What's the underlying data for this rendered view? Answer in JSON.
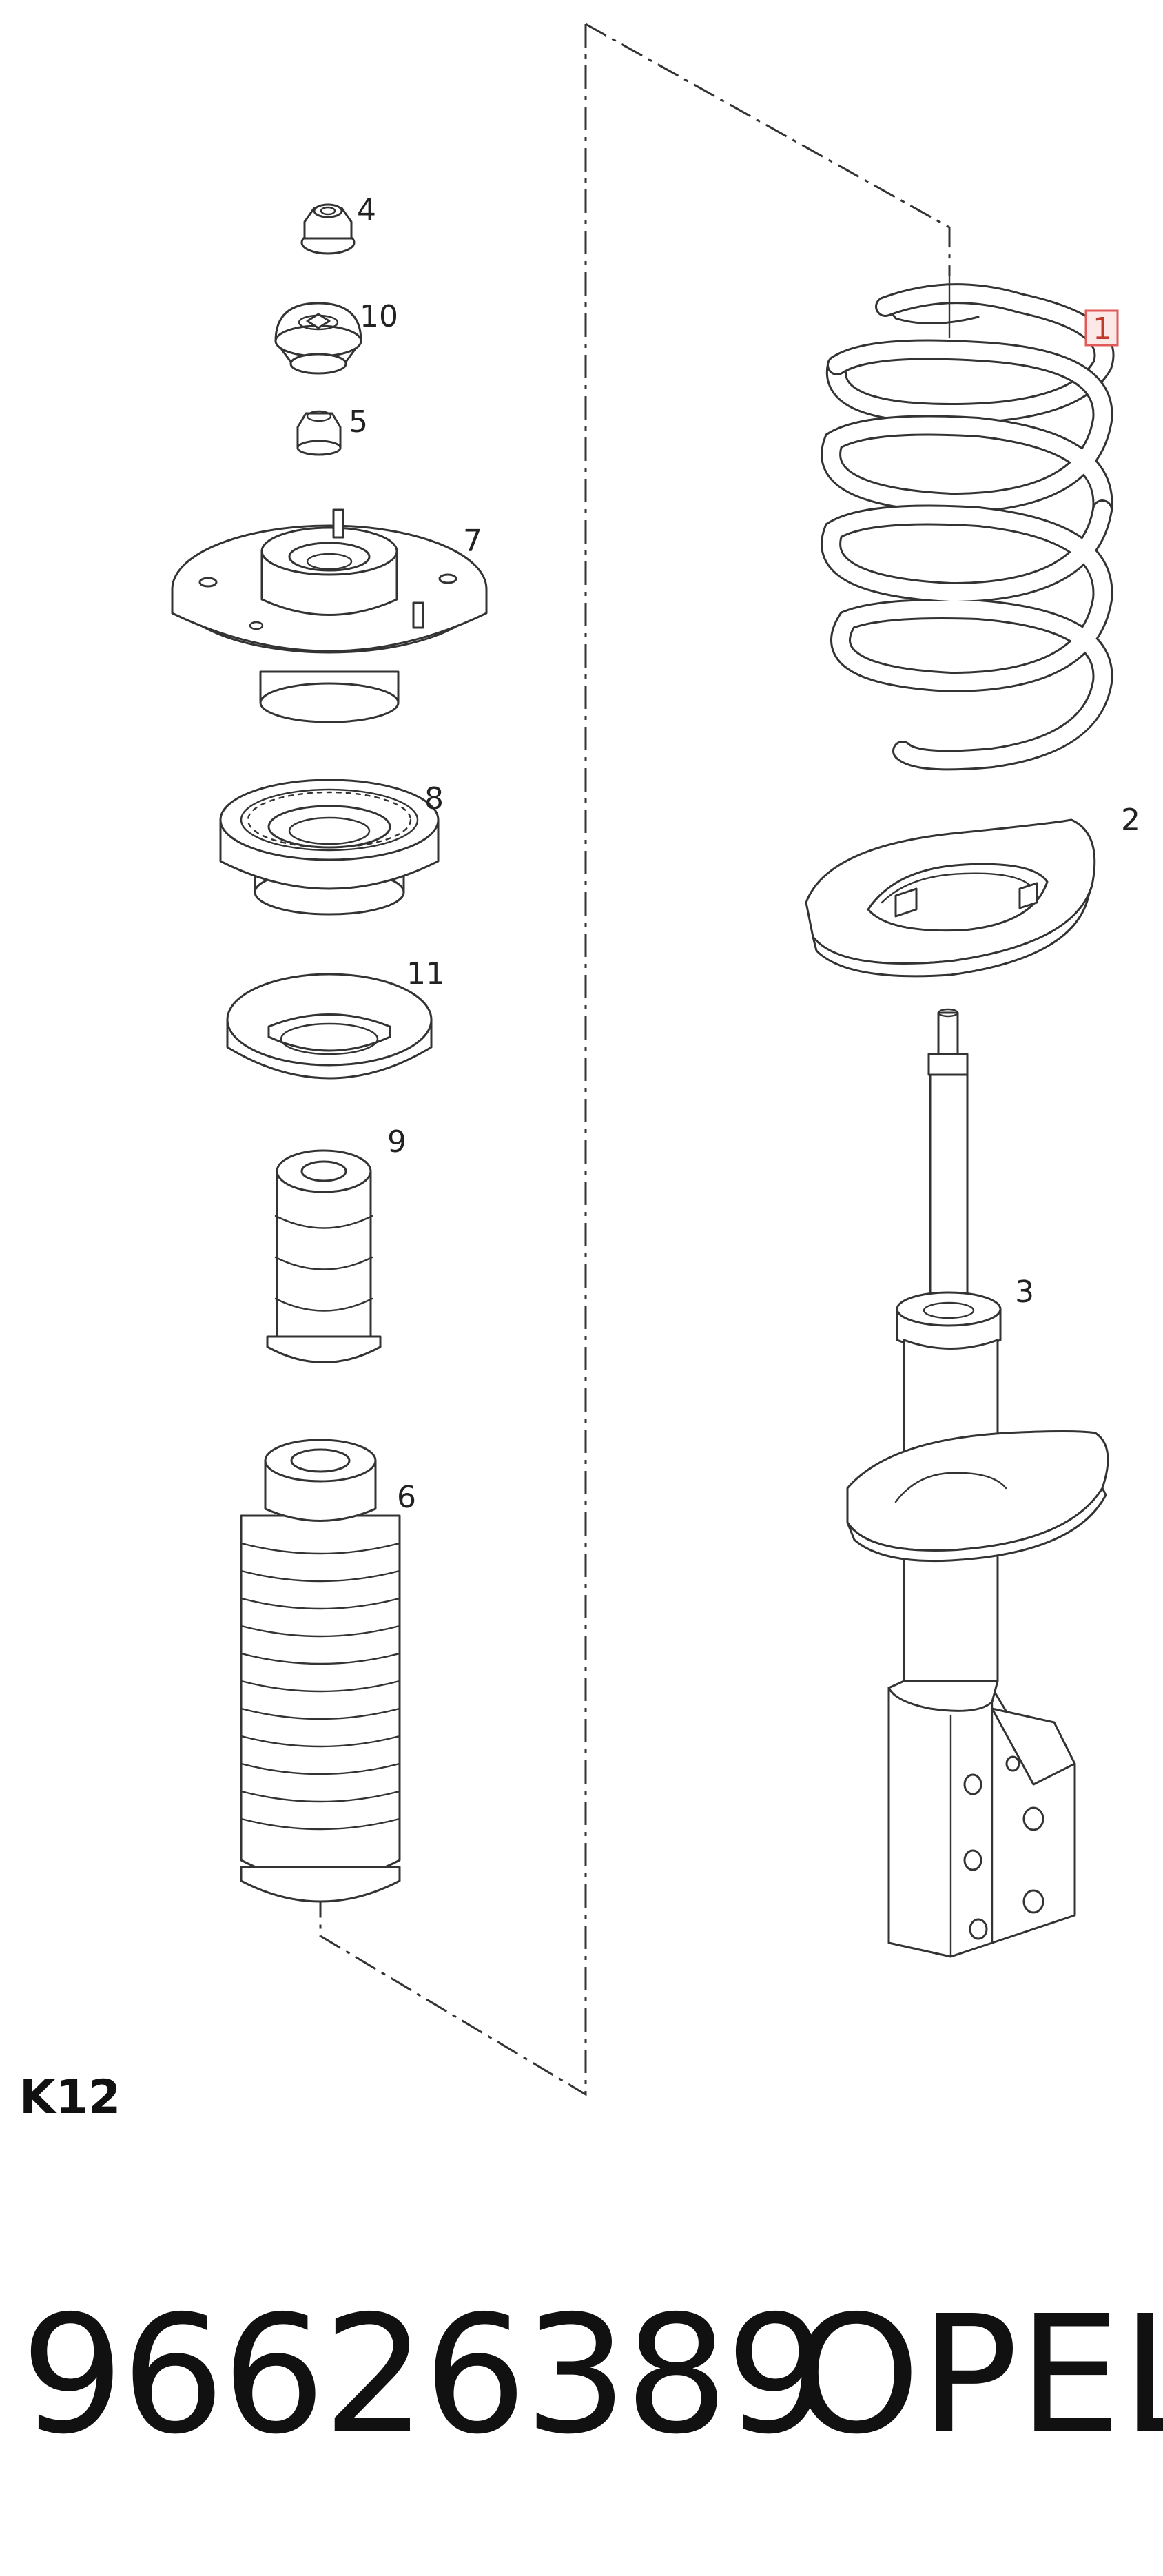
{
  "diagram": {
    "code": "K12",
    "part_number": "96626389",
    "brand": "OPEL",
    "highlight_color": "#e05a5a",
    "callouts": [
      {
        "id": "1",
        "highlighted": true
      },
      {
        "id": "2",
        "highlighted": false
      },
      {
        "id": "3",
        "highlighted": false
      },
      {
        "id": "4",
        "highlighted": false
      },
      {
        "id": "5",
        "highlighted": false
      },
      {
        "id": "6",
        "highlighted": false
      },
      {
        "id": "7",
        "highlighted": false
      },
      {
        "id": "8",
        "highlighted": false
      },
      {
        "id": "9",
        "highlighted": false
      },
      {
        "id": "10",
        "highlighted": false
      },
      {
        "id": "11",
        "highlighted": false
      }
    ]
  }
}
